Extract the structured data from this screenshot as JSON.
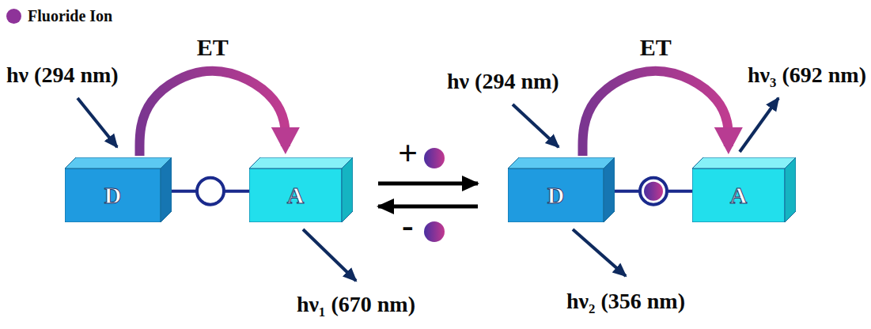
{
  "diagram": {
    "nodes": [
      {
        "text": [
          "D"
        ]
      },
      {
        "text": [
          "A"
        ]
      },
      {
        "text": [
          "D"
        ]
      },
      {
        "text": [
          "A"
        ]
      }
    ],
    "edges": [
      {
        "from": 0,
        "to": 1,
        "arrow": "to",
        "label": "ET"
      },
      {
        "from": 0,
        "to": 1,
        "arrow": "none"
      },
      {
        "from": 2,
        "to": 3,
        "arrow": "to",
        "label": "ET"
      },
      {
        "from": 2,
        "to": 3,
        "arrow": "none"
      }
    ],
    "labels": [
      "hν (294 nm)",
      "hν₁ (670 nm)",
      "+",
      "-",
      "hν (294 nm)",
      "hν₂ (356 nm)",
      "hν₃ (692 nm)"
    ],
    "legend": [
      {
        "text": "Fluoride Ion",
        "color": "#8e3399"
      }
    ]
  }
}
